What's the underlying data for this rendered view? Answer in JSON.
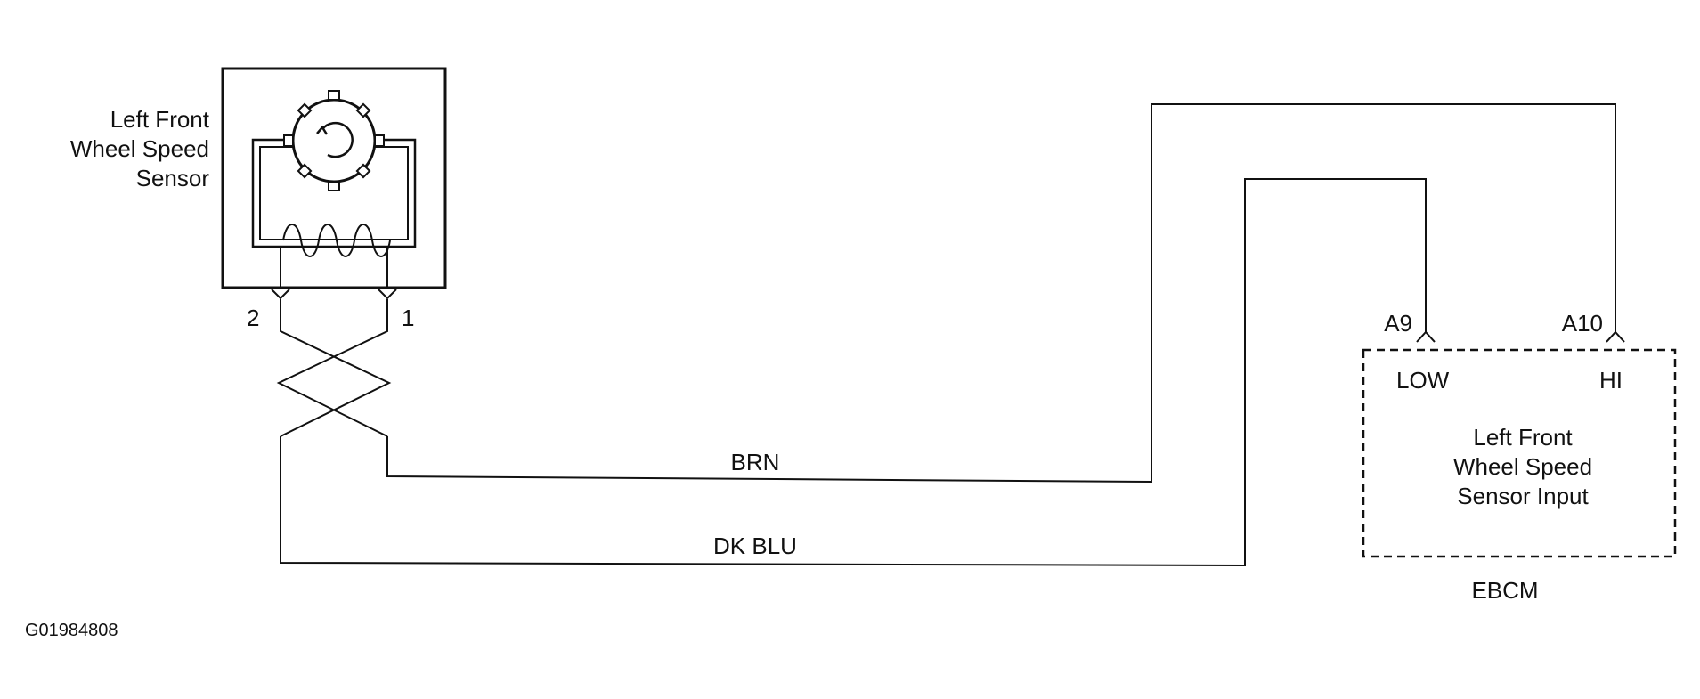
{
  "sensor": {
    "title_lines": [
      "Left Front",
      "Wheel Speed",
      "Sensor"
    ],
    "pin_left": "2",
    "pin_right": "1"
  },
  "wires": {
    "upper_color": "BRN",
    "lower_color": "DK BLU"
  },
  "module": {
    "pin_low_id": "A9",
    "pin_high_id": "A10",
    "pin_low_label": "LOW",
    "pin_high_label": "HI",
    "input_lines": [
      "Left Front",
      "Wheel Speed",
      "Sensor Input"
    ],
    "name": "EBCM"
  },
  "figure_id": "G01984808"
}
